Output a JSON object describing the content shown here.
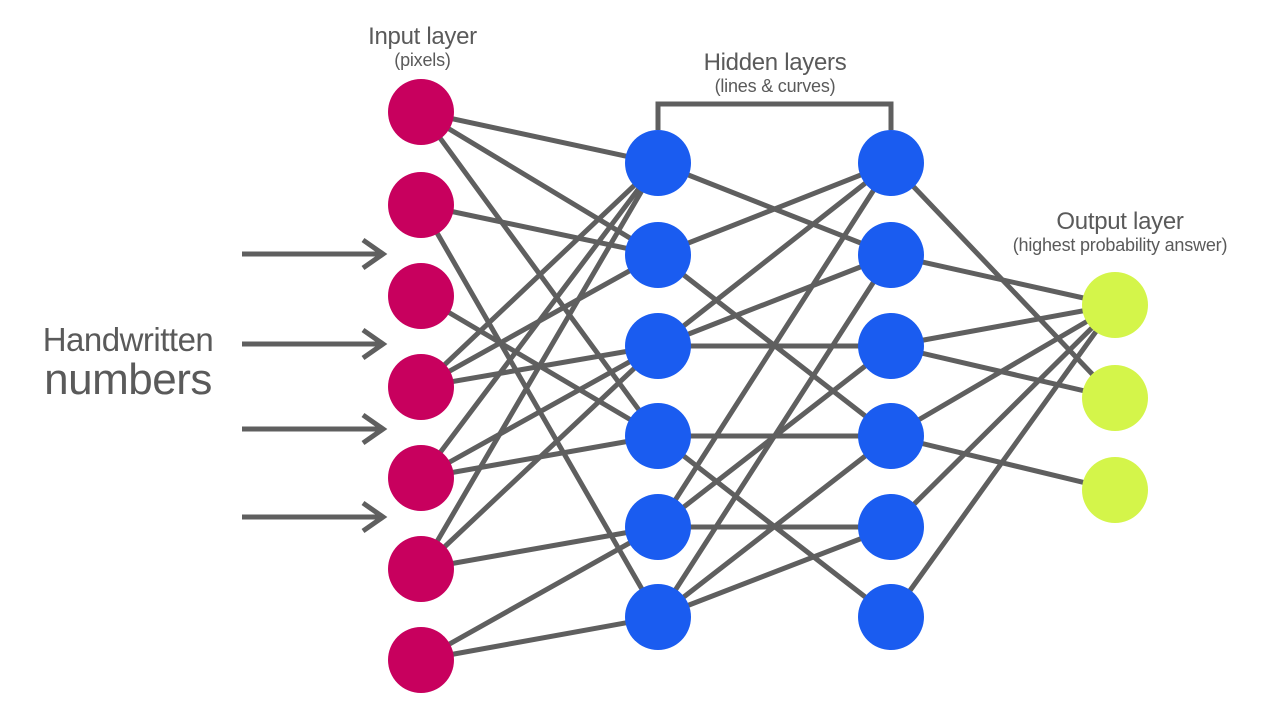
{
  "labels": {
    "input_title": "Input layer",
    "input_sub": "(pixels)",
    "hidden_title": "Hidden layers",
    "hidden_sub": "(lines & curves)",
    "output_title": "Output layer",
    "output_sub": "(highest probability answer)",
    "source_line1": "Handwritten",
    "source_line2": "numbers"
  },
  "colors": {
    "input_node": "#c8005e",
    "hidden_node": "#1a5cf0",
    "output_node": "#d4f54a",
    "edge": "#5f5f5f",
    "text": "#5a5a5a"
  },
  "network": {
    "layers": [
      {
        "name": "input",
        "nodes": 7
      },
      {
        "name": "hidden-1",
        "nodes": 6
      },
      {
        "name": "hidden-2",
        "nodes": 6
      },
      {
        "name": "output",
        "nodes": 3
      }
    ],
    "edges": [
      [
        [
          0,
          0
        ],
        [
          0,
          1
        ],
        [
          0,
          3
        ],
        [
          1,
          1
        ],
        [
          1,
          5
        ],
        [
          2,
          3
        ],
        [
          3,
          0
        ],
        [
          3,
          1
        ],
        [
          3,
          2
        ],
        [
          4,
          0
        ],
        [
          4,
          2
        ],
        [
          4,
          3
        ],
        [
          5,
          0
        ],
        [
          5,
          2
        ],
        [
          5,
          4
        ],
        [
          6,
          4
        ],
        [
          6,
          5
        ]
      ],
      [
        [
          0,
          1
        ],
        [
          1,
          0
        ],
        [
          1,
          3
        ],
        [
          2,
          0
        ],
        [
          2,
          1
        ],
        [
          2,
          2
        ],
        [
          3,
          3
        ],
        [
          3,
          5
        ],
        [
          4,
          0
        ],
        [
          4,
          2
        ],
        [
          4,
          4
        ],
        [
          5,
          1
        ],
        [
          5,
          3
        ],
        [
          5,
          4
        ]
      ],
      [
        [
          0,
          1
        ],
        [
          1,
          0
        ],
        [
          2,
          0
        ],
        [
          2,
          1
        ],
        [
          3,
          0
        ],
        [
          3,
          2
        ],
        [
          4,
          0
        ],
        [
          5,
          0
        ]
      ]
    ]
  },
  "input_arrows": 4
}
